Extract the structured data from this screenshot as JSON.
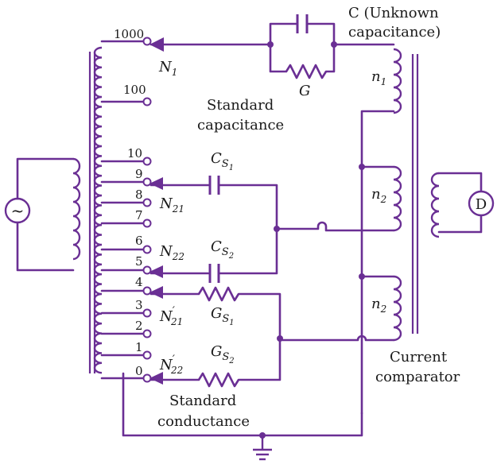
{
  "labels": {
    "tap_1000": "1000",
    "tap_100": "100",
    "tap_10": "10",
    "tap_9": "9",
    "tap_8": "8",
    "tap_7": "7",
    "tap_6": "6",
    "tap_5": "5",
    "tap_4": "4",
    "tap_3": "3",
    "tap_2": "2",
    "tap_1": "1",
    "tap_0": "0",
    "unknown_cap_line1": "C (Unknown",
    "unknown_cap_line2": "capacitance)",
    "g_label": "G",
    "n1_primary": "N",
    "n1_sub": "1",
    "n1_secondary": "n",
    "n1_secondary_sub": "1",
    "std_cap_line1": "Standard",
    "std_cap_line2": "capacitance",
    "cs1": "C",
    "cs1_sub": "S",
    "cs1_subsub": "1",
    "cs2": "C",
    "cs2_sub": "S",
    "cs2_subsub": "2",
    "n21": "N",
    "n21_sub": "21",
    "n22": "N",
    "n22_sub": "22",
    "n21p": "N",
    "n21p_prime": "′",
    "n21p_sub": "21",
    "n22p": "N",
    "n22p_prime": "′",
    "n22p_sub": "22",
    "gs1": "G",
    "gs1_sub": "S",
    "gs1_subsub": "1",
    "gs2": "G",
    "gs2_sub": "S",
    "gs2_subsub": "2",
    "n2_upper": "n",
    "n2_upper_sub": "2",
    "n2_lower": "n",
    "n2_lower_sub": "2",
    "detector": "D",
    "source": "~",
    "comparator_line1": "Current",
    "comparator_line2": "comparator",
    "std_cond_line1": "Standard",
    "std_cond_line2": "conductance"
  },
  "colors": {
    "circuit": "#6a2f94",
    "text": "#1a1a1a"
  }
}
